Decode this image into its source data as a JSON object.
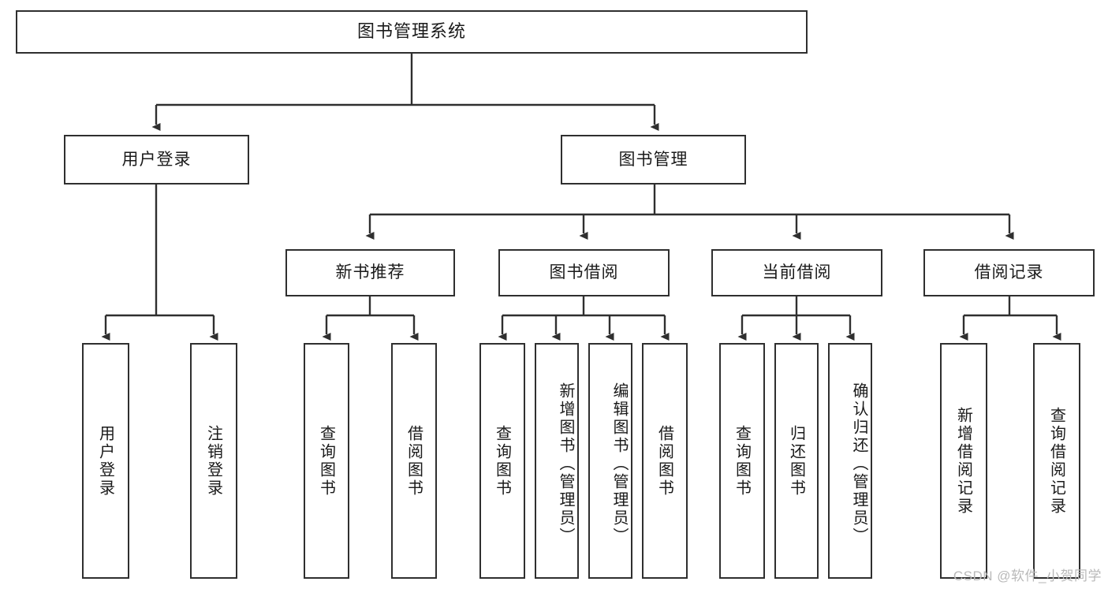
{
  "diagram": {
    "title": "图书管理系统",
    "type": "hierarchical-tree-diagram",
    "colors": {
      "box_border": "#2f2f2f",
      "box_fill": "#ffffff",
      "edge": "#2f2f2f",
      "text": "#1a1a1a",
      "watermark": "#b9b9b9"
    },
    "root": {
      "label": "图书管理系统"
    },
    "level2": [
      {
        "label": "用户登录"
      },
      {
        "label": "图书管理"
      }
    ],
    "level3": [
      {
        "label": "新书推荐"
      },
      {
        "label": "图书借阅"
      },
      {
        "label": "当前借阅"
      },
      {
        "label": "借阅记录"
      }
    ],
    "leaves": {
      "user_login": [
        {
          "label": "用户登录"
        },
        {
          "label": "注销登录"
        }
      ],
      "new_book_recommend": [
        {
          "label": "查询图书"
        },
        {
          "label": "借阅图书"
        }
      ],
      "book_borrow": [
        {
          "label": "查询图书"
        },
        {
          "label": "新增图书（管理员）"
        },
        {
          "label": "编辑图书（管理员）"
        },
        {
          "label": "借阅图书"
        }
      ],
      "current_borrow": [
        {
          "label": "查询图书"
        },
        {
          "label": "归还图书"
        },
        {
          "label": "确认归还（管理员）"
        }
      ],
      "borrow_record": [
        {
          "label": "新增借阅记录"
        },
        {
          "label": "查询借阅记录"
        }
      ]
    },
    "watermark": "CSDN @软件_小贺同学"
  }
}
